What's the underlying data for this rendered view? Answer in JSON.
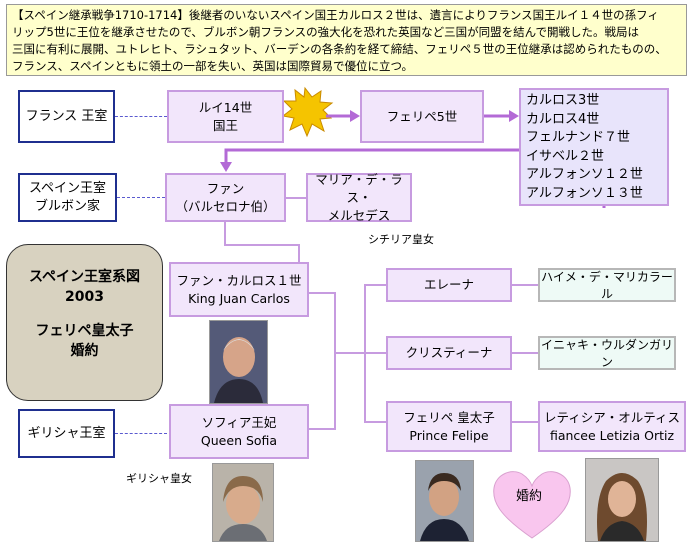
{
  "note": {
    "line1": "【スペイン継承戦争1710-1714】後継者のいないスペイン国王カルロス２世は、遺言によりフランス国王ルイ１４世の孫フィ",
    "line2": "リップ5世に王位を継承させたので、ブルボン朝フランスの強大化を恐れた英国など三国が同盟を結んで開戦した。戦局は",
    "line3": "三国に有利に展開、ユトレヒト、ラシュタット、バーデンの各条約を経て締結、フェリペ５世の王位継承は認められたものの、",
    "line4": "フランス、スペインともに領土の一部を失い、英国は国際貿易で優位に立つ。"
  },
  "houses": {
    "france": "フランス 王室",
    "spain_l1": "スペイン王室",
    "spain_l2": "ブルボン家",
    "greece": "ギリシャ王室"
  },
  "people": {
    "louis_l1": "ルイ14世",
    "louis_l2": "国王",
    "felipe5": "フェリペ5世",
    "juan_l1": "ファン",
    "juan_l2": "（バルセロナ伯）",
    "maria_l1": "マリア・デ・ラス・",
    "maria_l2": "メルセデス",
    "juancarlos_l1": "ファン・カルロス１世",
    "juancarlos_l2": "King Juan Carlos",
    "sofia_l1": "ソフィア王妃",
    "sofia_l2": "Queen Sofia",
    "elena": "エレーナ",
    "cristina": "クリスティーナ",
    "felipe_l1": "フェリペ 皇太子",
    "felipe_l2": "Prince Felipe",
    "letizia_l1": "レティシア・オルティス",
    "letizia_l2": "fiancee Letizia Ortiz",
    "jaime": "ハイメ・デ・マリカラール",
    "inaki": "イニャキ・ウルダンガリン"
  },
  "kings": [
    "カルロス3世",
    "カルロス4世",
    "フェルナンド７世",
    "イサベル２世",
    "アルフォンソ１２世",
    "アルフォンソ１３世"
  ],
  "labels": {
    "sicily": "シチリア皇女",
    "greek_princess": "ギリシャ皇女",
    "engagement": "婚約"
  },
  "title": {
    "line1": "スペイン王室系図",
    "line2": "2003",
    "line3": "フェリペ皇太子",
    "line4": "婚約"
  },
  "colors": {
    "house_border": "#1f2f8f",
    "person_fill": "#f2e6fb",
    "person_border": "#c79be0",
    "kings_fill": "#e8e4fb",
    "arrow": "#b36ad6",
    "note_fill": "#ffffcc",
    "heart": "#f9c6ee"
  },
  "icons": {
    "conflict": "starburst-icon",
    "engagement": "heart-icon"
  }
}
